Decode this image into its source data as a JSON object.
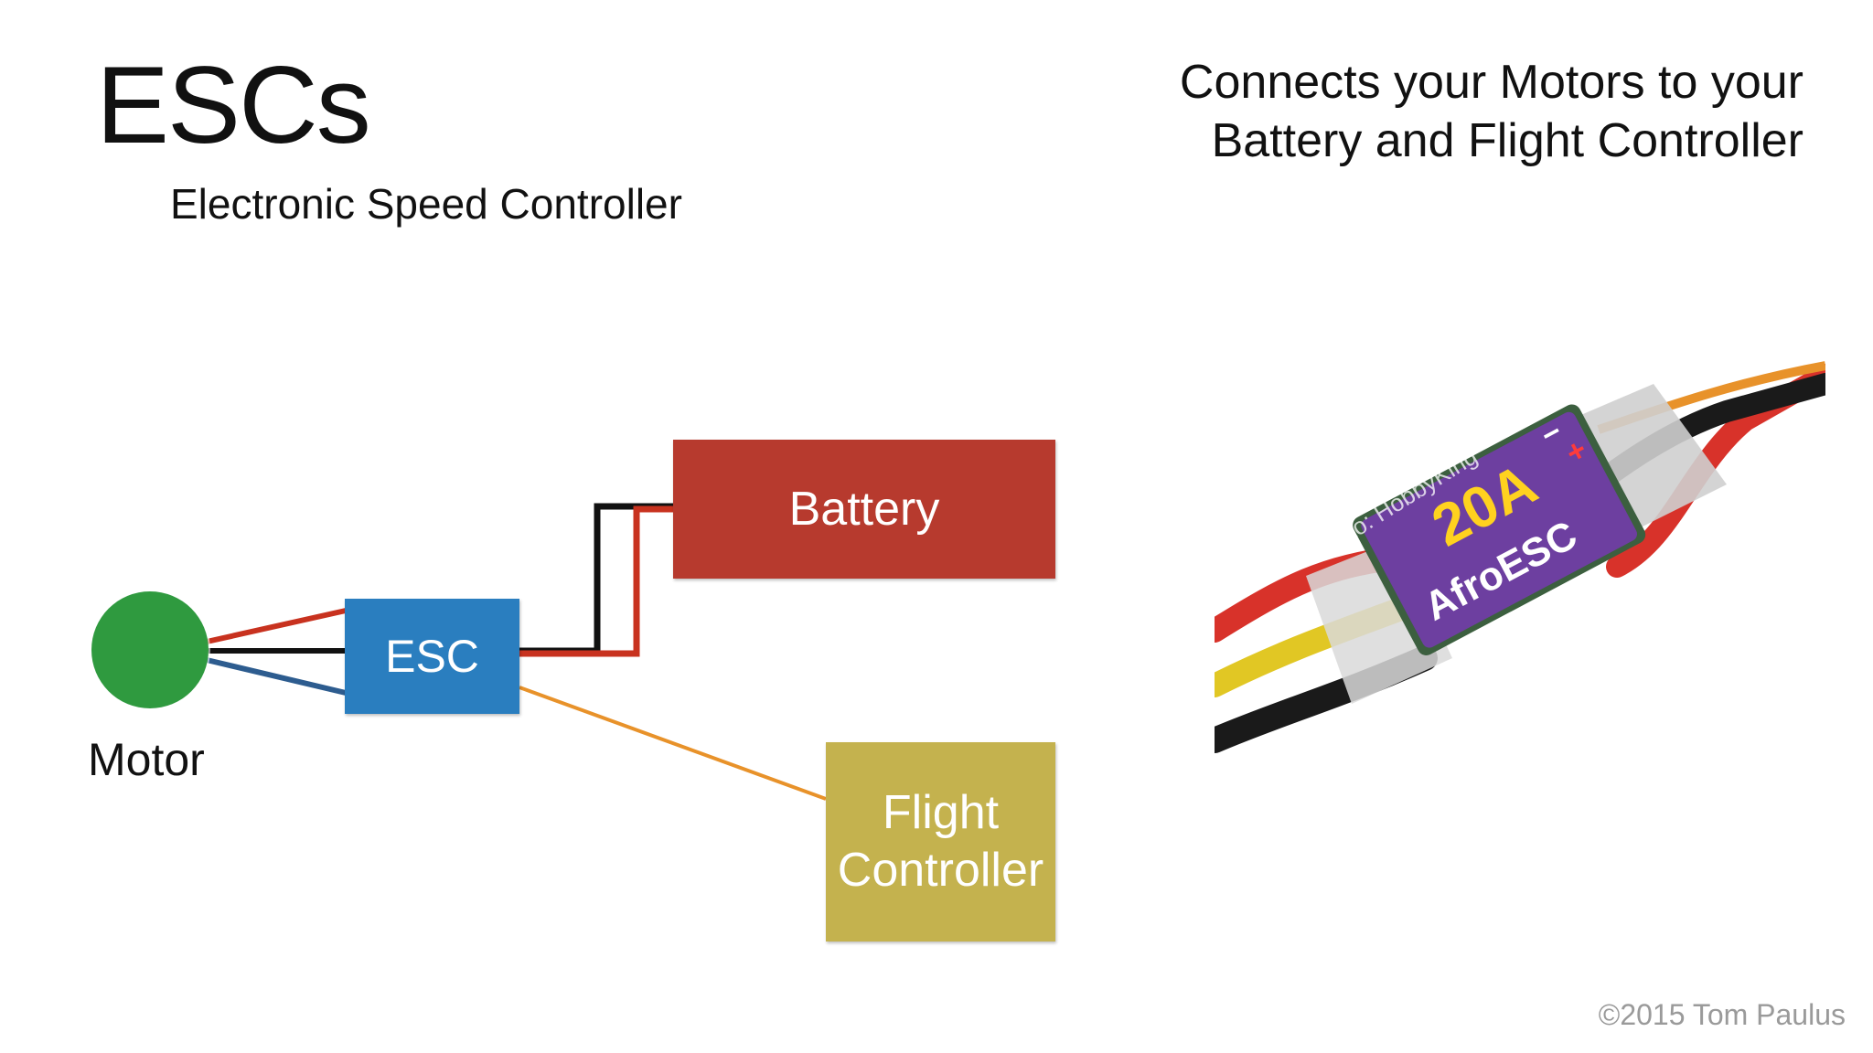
{
  "slide": {
    "title": "ESCs",
    "subtitle": "Electronic Speed Controller",
    "headline_lines": [
      "Connects your Motors to your",
      "Battery and Flight Controller"
    ],
    "copyright": "©2015 Tom Paulus"
  },
  "diagram": {
    "motor_label": "Motor",
    "esc_label": "ESC",
    "battery_label": "Battery",
    "flight_controller_lines": [
      "Flight",
      "Controller"
    ],
    "colors": {
      "motor": "#2f9a3f",
      "esc": "#2a7ebf",
      "battery": "#b73a2e",
      "flight_controller": "#c4b24e",
      "wire_red": "#c8321f",
      "wire_black": "#111111",
      "wire_blue": "#2d5c8f",
      "wire_orange": "#e8922a"
    }
  },
  "photo": {
    "label_rating": "20A",
    "label_brand": "AfroESC",
    "watermark": "Photo: HobbyKing",
    "sign_minus": "−",
    "sign_plus": "+",
    "icon": "esc-photo"
  }
}
